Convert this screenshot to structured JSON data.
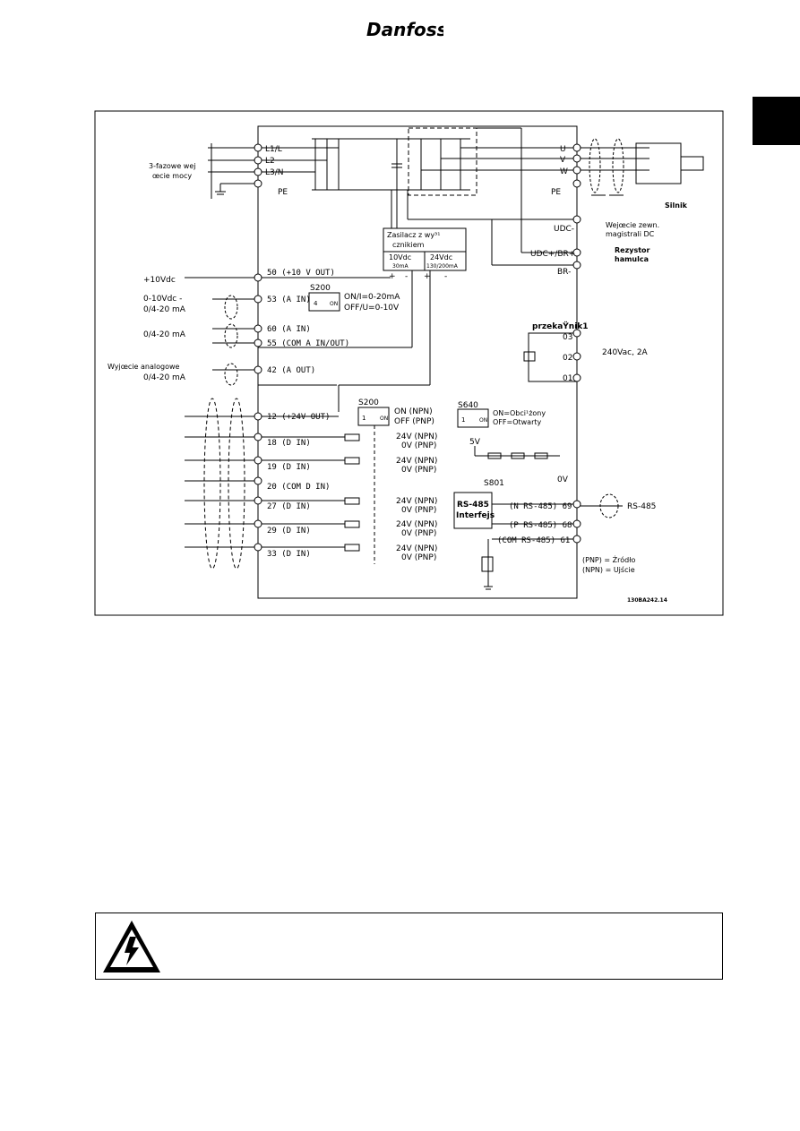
{
  "header": {
    "brand": "Danfoss"
  },
  "diagram": {
    "code": "130BA242.14",
    "mains": {
      "label_line1": "3-fazowe wej",
      "label_line2": "œcie mocy",
      "terminals": [
        "L1/L",
        "L2",
        "L3/N",
        "PE"
      ]
    },
    "motor": {
      "terminals": [
        "U",
        "V",
        "W",
        "PE"
      ],
      "label": "Silnik"
    },
    "dc_bus": {
      "udc_minus": "UDC-",
      "udc_plus": "UDC+/BR+",
      "br_minus": "BR-",
      "note_line1": "Wejœcie zewn.",
      "note_line2": "magistrali DC",
      "brake_line1": "Rezystor",
      "brake_line2": "hamulca"
    },
    "power_supply": {
      "title_line1": "Zasilacz z wy³¹",
      "title_line2": "cznikiem",
      "v10": "10Vdc",
      "v10_ma": "30mA",
      "v24": "24Vdc",
      "v24_ma": "130/200mA",
      "plus": "+",
      "minus": "-"
    },
    "analog": {
      "ref_10v": "+10Vdc",
      "in1_line1": "0-10Vdc  -",
      "in1_line2": "0/4-20  mA",
      "in2": "0/4-20  mA",
      "out_line1": "Wyjœcie analogowe",
      "out_line2": "0/4-20  mA",
      "terminals": [
        "50  (+10  V  OUT)",
        "53  (A  IN)",
        "60  (A  IN)",
        "55  (COM  A  IN/OUT)",
        "42  (A  OUT)"
      ]
    },
    "s200_top": {
      "label": "S200",
      "num": "4",
      "on": "ON",
      "line1": "ON/I=0-20mA",
      "line2": "OFF/U=0-10V"
    },
    "s200_mid": {
      "label": "S200",
      "num": "1",
      "on": "ON",
      "line1": "ON  (NPN)",
      "line2": "OFF  (PNP)"
    },
    "s640": {
      "label": "S640",
      "num": "1",
      "on": "ON",
      "line1": "ON=Obci¹żony",
      "line2": "OFF=Otwarty"
    },
    "digital": {
      "terminals": [
        "12  (+24V  OUT)",
        "18  (D  IN)",
        "19  (D  IN)",
        "20  (COM  D  IN)",
        "27  (D  IN)",
        "29  (D  IN)",
        "33  (D  IN)"
      ],
      "npn": "24V  (NPN)",
      "pnp": "0V  (PNP)"
    },
    "relay": {
      "label": "przekaŸnik1",
      "contacts": [
        "03",
        "02",
        "01"
      ],
      "rating": "240Vac,  2A"
    },
    "rs485": {
      "v5": "5V",
      "v0": "0V",
      "s801": "S801",
      "box_line1": "RS-485",
      "box_line2": "Interfejs",
      "terminals": [
        "(N  RS-485)  69",
        "(P  RS-485)  68",
        "(COM  RS-485)  61"
      ],
      "cable": "RS-485"
    },
    "legend": {
      "pnp": "(PNP) = Źródło",
      "npn": "(NPN) = Ujście"
    }
  }
}
